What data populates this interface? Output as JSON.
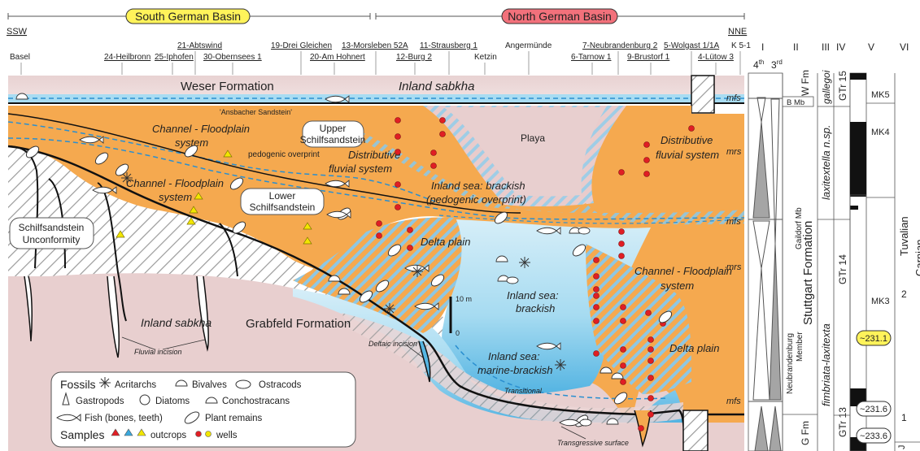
{
  "basins": {
    "south": "South German Basin",
    "north": "North German Basin"
  },
  "directions": {
    "left": "SSW",
    "right": "NNE"
  },
  "localities": [
    {
      "label": "Basel"
    },
    {
      "label": "24-Heilbronn"
    },
    {
      "label": "25-Iphofen"
    },
    {
      "label": "21-Abtswind"
    },
    {
      "label": "30-Obernsees 1"
    },
    {
      "label": "19-Drei Gleichen"
    },
    {
      "label": "20-Am Hohnert"
    },
    {
      "label": "13-Morsleben 52A"
    },
    {
      "label": "12-Burg 2"
    },
    {
      "label": "11-Strausberg 1"
    },
    {
      "label": "Ketzin"
    },
    {
      "label": "Angermünde"
    },
    {
      "label": "7-Neubrandenburg 2"
    },
    {
      "label": "6-Tarnow 1"
    },
    {
      "label": "9-Brustorf 1"
    },
    {
      "label": "5-Wolgast 1/1A"
    },
    {
      "label": "4-Lütow 3"
    },
    {
      "label": "K 5-1"
    }
  ],
  "formations": {
    "weser": "Weser Formation",
    "inland_sabkha_top": "Inland sabkha",
    "ansbacher": "'Ansbacher Sandstein'",
    "channel_upper": [
      "Channel - Floodplain",
      "system"
    ],
    "upper_schilf": [
      "Upper",
      "Schilfsandstein"
    ],
    "pedogenic": "pedogenic overprint",
    "distributive_left": [
      "Distributive",
      "fluvial system"
    ],
    "playa": "Playa",
    "distributive_right": [
      "Distributive",
      "fluvial system"
    ],
    "channel_left": [
      "Channel - Floodplain",
      "system"
    ],
    "lower_schilf": [
      "Lower",
      "Schilfsandstein"
    ],
    "inland_brackish_ped": [
      "Inland sea: brackish",
      "(pedogenic overprint)"
    ],
    "unconformity": [
      "Schilfsandstein",
      "Unconformity"
    ],
    "delta_plain_left": "Delta plain",
    "channel_right": [
      "Channel - Floodplain",
      "system"
    ],
    "inland_brackish": [
      "Inland sea:",
      "brackish"
    ],
    "inland_sabkha_bottom": "Inland sabkha",
    "grabfeld": "Grabfeld Formation",
    "fluvial_incision": "Fluvial incision",
    "deltaic_incision": "Deltaic incision",
    "marine_brackish": [
      "Inland sea:",
      "marine-brackish"
    ],
    "transitional": "Transitional",
    "delta_plain_right": "Delta plain",
    "transgressive": "Transgressive surface",
    "scale_bar": {
      "top": "10 m",
      "bottom": "0"
    }
  },
  "surfaces": {
    "mfs_top": "mfs",
    "mrs_upper": "mrs",
    "mfs_mid": "mfs",
    "mrs_lower": "mrs",
    "mfs_bottom": "mfs"
  },
  "legend": {
    "fossils_title": "Fossils",
    "acritarchs": "Acritarchs",
    "bivalves": "Bivalves",
    "ostracods": "Ostracods",
    "gastropods": "Gastropods",
    "diatoms": "Diatoms",
    "conchostracans": "Conchostracans",
    "fish": "Fish (bones, teeth)",
    "plants": "Plant remains",
    "samples_title": "Samples",
    "outcrops": "outcrops",
    "wells": "wells",
    "colors": {
      "red": "#e01e24",
      "blue": "#3aa8dc",
      "yellow": "#f2e600"
    }
  },
  "columns": {
    "headers": [
      "I",
      "II",
      "III",
      "IV",
      "V",
      "VI"
    ],
    "order_4th": "4",
    "order_4th_sup": "th",
    "order_3rd": "3",
    "order_3rd_sup": "rd",
    "w_fm": "W Fm",
    "b_mb": "B Mb",
    "gaildorf": "Gaildorf Mb",
    "stuttgart": "Stuttgart Formation",
    "neubrandenburg": [
      "Neubrandenburg",
      "Member"
    ],
    "g_fm": "G Fm",
    "gallegoi": "gallegoi",
    "laxitextella": "laxitextella n.sp.",
    "fimbriata": "fimbriata-laxitexta",
    "gtr15": "GTr 15",
    "gtr14": "GTr 14",
    "gtr13": "GTr 13",
    "mk5": "MK5",
    "mk4": "MK4",
    "mk3": "MK3",
    "age1": "~231.1",
    "age2": "~231.6",
    "age3": "~233.6",
    "tuvalian": "Tuvalian",
    "carnian": "Carnian",
    "two": "2",
    "one": "1",
    "u": "J"
  },
  "colors": {
    "orange": "#f5a94f",
    "pink": "#e8cfcf",
    "sabkha_top": "#ead5d5",
    "blue_water": "#9fd6ee",
    "deep_blue": "#56b6e3",
    "hatch_blue": "#8ec7e3",
    "basin_south_fill": "#fff35a",
    "basin_north_fill": "#f2717b"
  }
}
